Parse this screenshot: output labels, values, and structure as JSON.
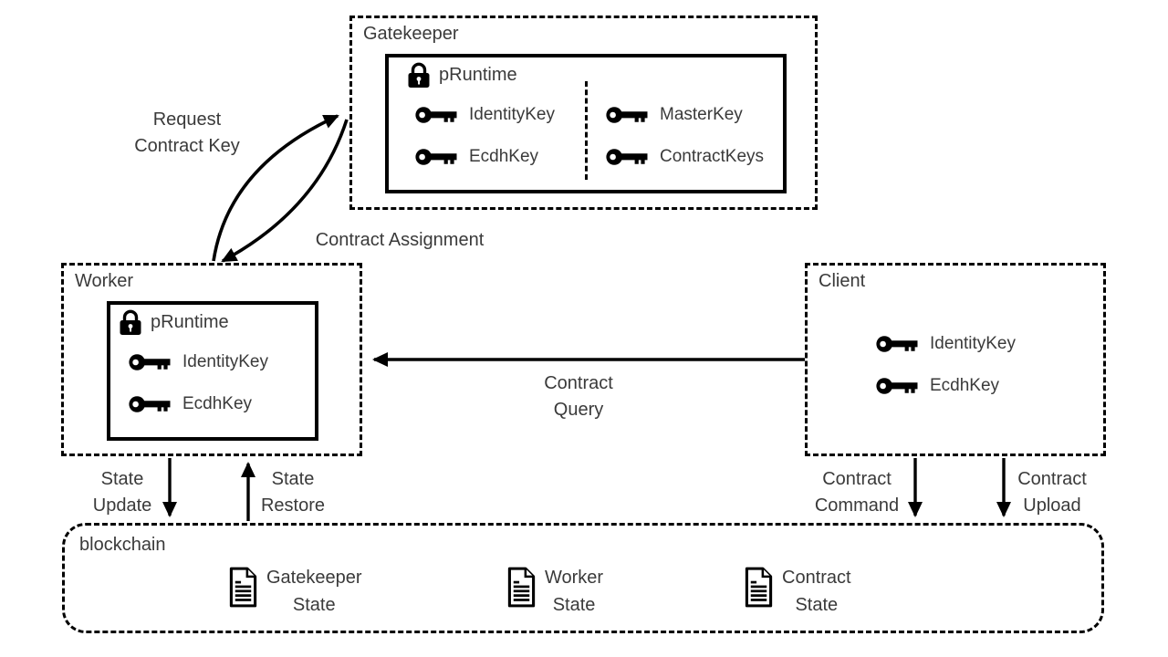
{
  "colors": {
    "line": "#000000",
    "text": "#3a3a3a",
    "background": "#ffffff"
  },
  "gatekeeper": {
    "title": "Gatekeeper",
    "pruntime": {
      "title": "pRuntime",
      "left_keys": [
        "IdentityKey",
        "EcdhKey"
      ],
      "right_keys": [
        "MasterKey",
        "ContractKeys"
      ]
    }
  },
  "worker": {
    "title": "Worker",
    "pruntime": {
      "title": "pRuntime",
      "keys": [
        "IdentityKey",
        "EcdhKey"
      ]
    }
  },
  "client": {
    "title": "Client",
    "keys": [
      "IdentityKey",
      "EcdhKey"
    ]
  },
  "blockchain": {
    "title": "blockchain",
    "states": [
      {
        "line1": "Gatekeeper",
        "line2": "State"
      },
      {
        "line1": "Worker",
        "line2": "State"
      },
      {
        "line1": "Contract",
        "line2": "State"
      }
    ]
  },
  "arrows": {
    "request_contract_key": {
      "line1": "Request",
      "line2": "Contract Key"
    },
    "contract_assignment": {
      "line1": "Contract Assignment"
    },
    "contract_query": {
      "line1": "Contract",
      "line2": "Query"
    },
    "state_update": {
      "line1": "State",
      "line2": "Update"
    },
    "state_restore": {
      "line1": "State",
      "line2": "Restore"
    },
    "contract_command": {
      "line1": "Contract",
      "line2": "Command"
    },
    "contract_upload": {
      "line1": "Contract",
      "line2": "Upload"
    }
  }
}
